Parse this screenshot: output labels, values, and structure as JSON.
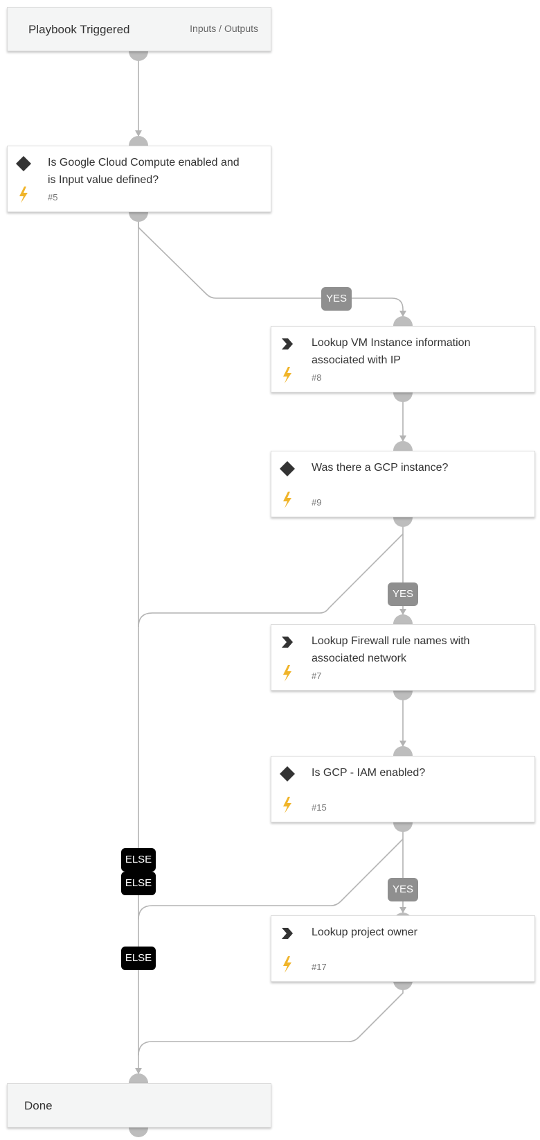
{
  "start": {
    "title": "Playbook Triggered",
    "io_link": "Inputs / Outputs"
  },
  "tasks": [
    {
      "kind": "condition",
      "title": "Is Google Cloud Compute enabled and is Input value defined?",
      "num": "#5",
      "icon": "diamond-icon",
      "bolt_icon": "lightning-icon"
    },
    {
      "kind": "playbook",
      "title": "Lookup VM Instance information associated with IP",
      "num": "#8",
      "icon": "chevron-right-icon",
      "bolt_icon": "lightning-icon"
    },
    {
      "kind": "condition",
      "title": "Was there a GCP instance?",
      "num": "#9",
      "icon": "diamond-icon",
      "bolt_icon": "lightning-icon"
    },
    {
      "kind": "playbook",
      "title": "Lookup Firewall rule names with associated network",
      "num": "#7",
      "icon": "chevron-right-icon",
      "bolt_icon": "lightning-icon"
    },
    {
      "kind": "condition",
      "title": "Is GCP - IAM enabled?",
      "num": "#15",
      "icon": "diamond-icon",
      "bolt_icon": "lightning-icon"
    },
    {
      "kind": "playbook",
      "title": "Lookup project owner",
      "num": "#17",
      "icon": "chevron-right-icon",
      "bolt_icon": "lightning-icon"
    }
  ],
  "end": {
    "title": "Done"
  },
  "labels": {
    "yes_1": "YES",
    "yes_2": "YES",
    "yes_3": "YES",
    "else_1": "ELSE",
    "else_2": "ELSE",
    "else_3": "ELSE"
  },
  "colors": {
    "edge": "#b3b3b3",
    "connector": "#bdbdbd",
    "bolt": "#f0b429",
    "icon": "#333333",
    "yes_label": "#8f8f8f",
    "else_label": "#000000"
  }
}
